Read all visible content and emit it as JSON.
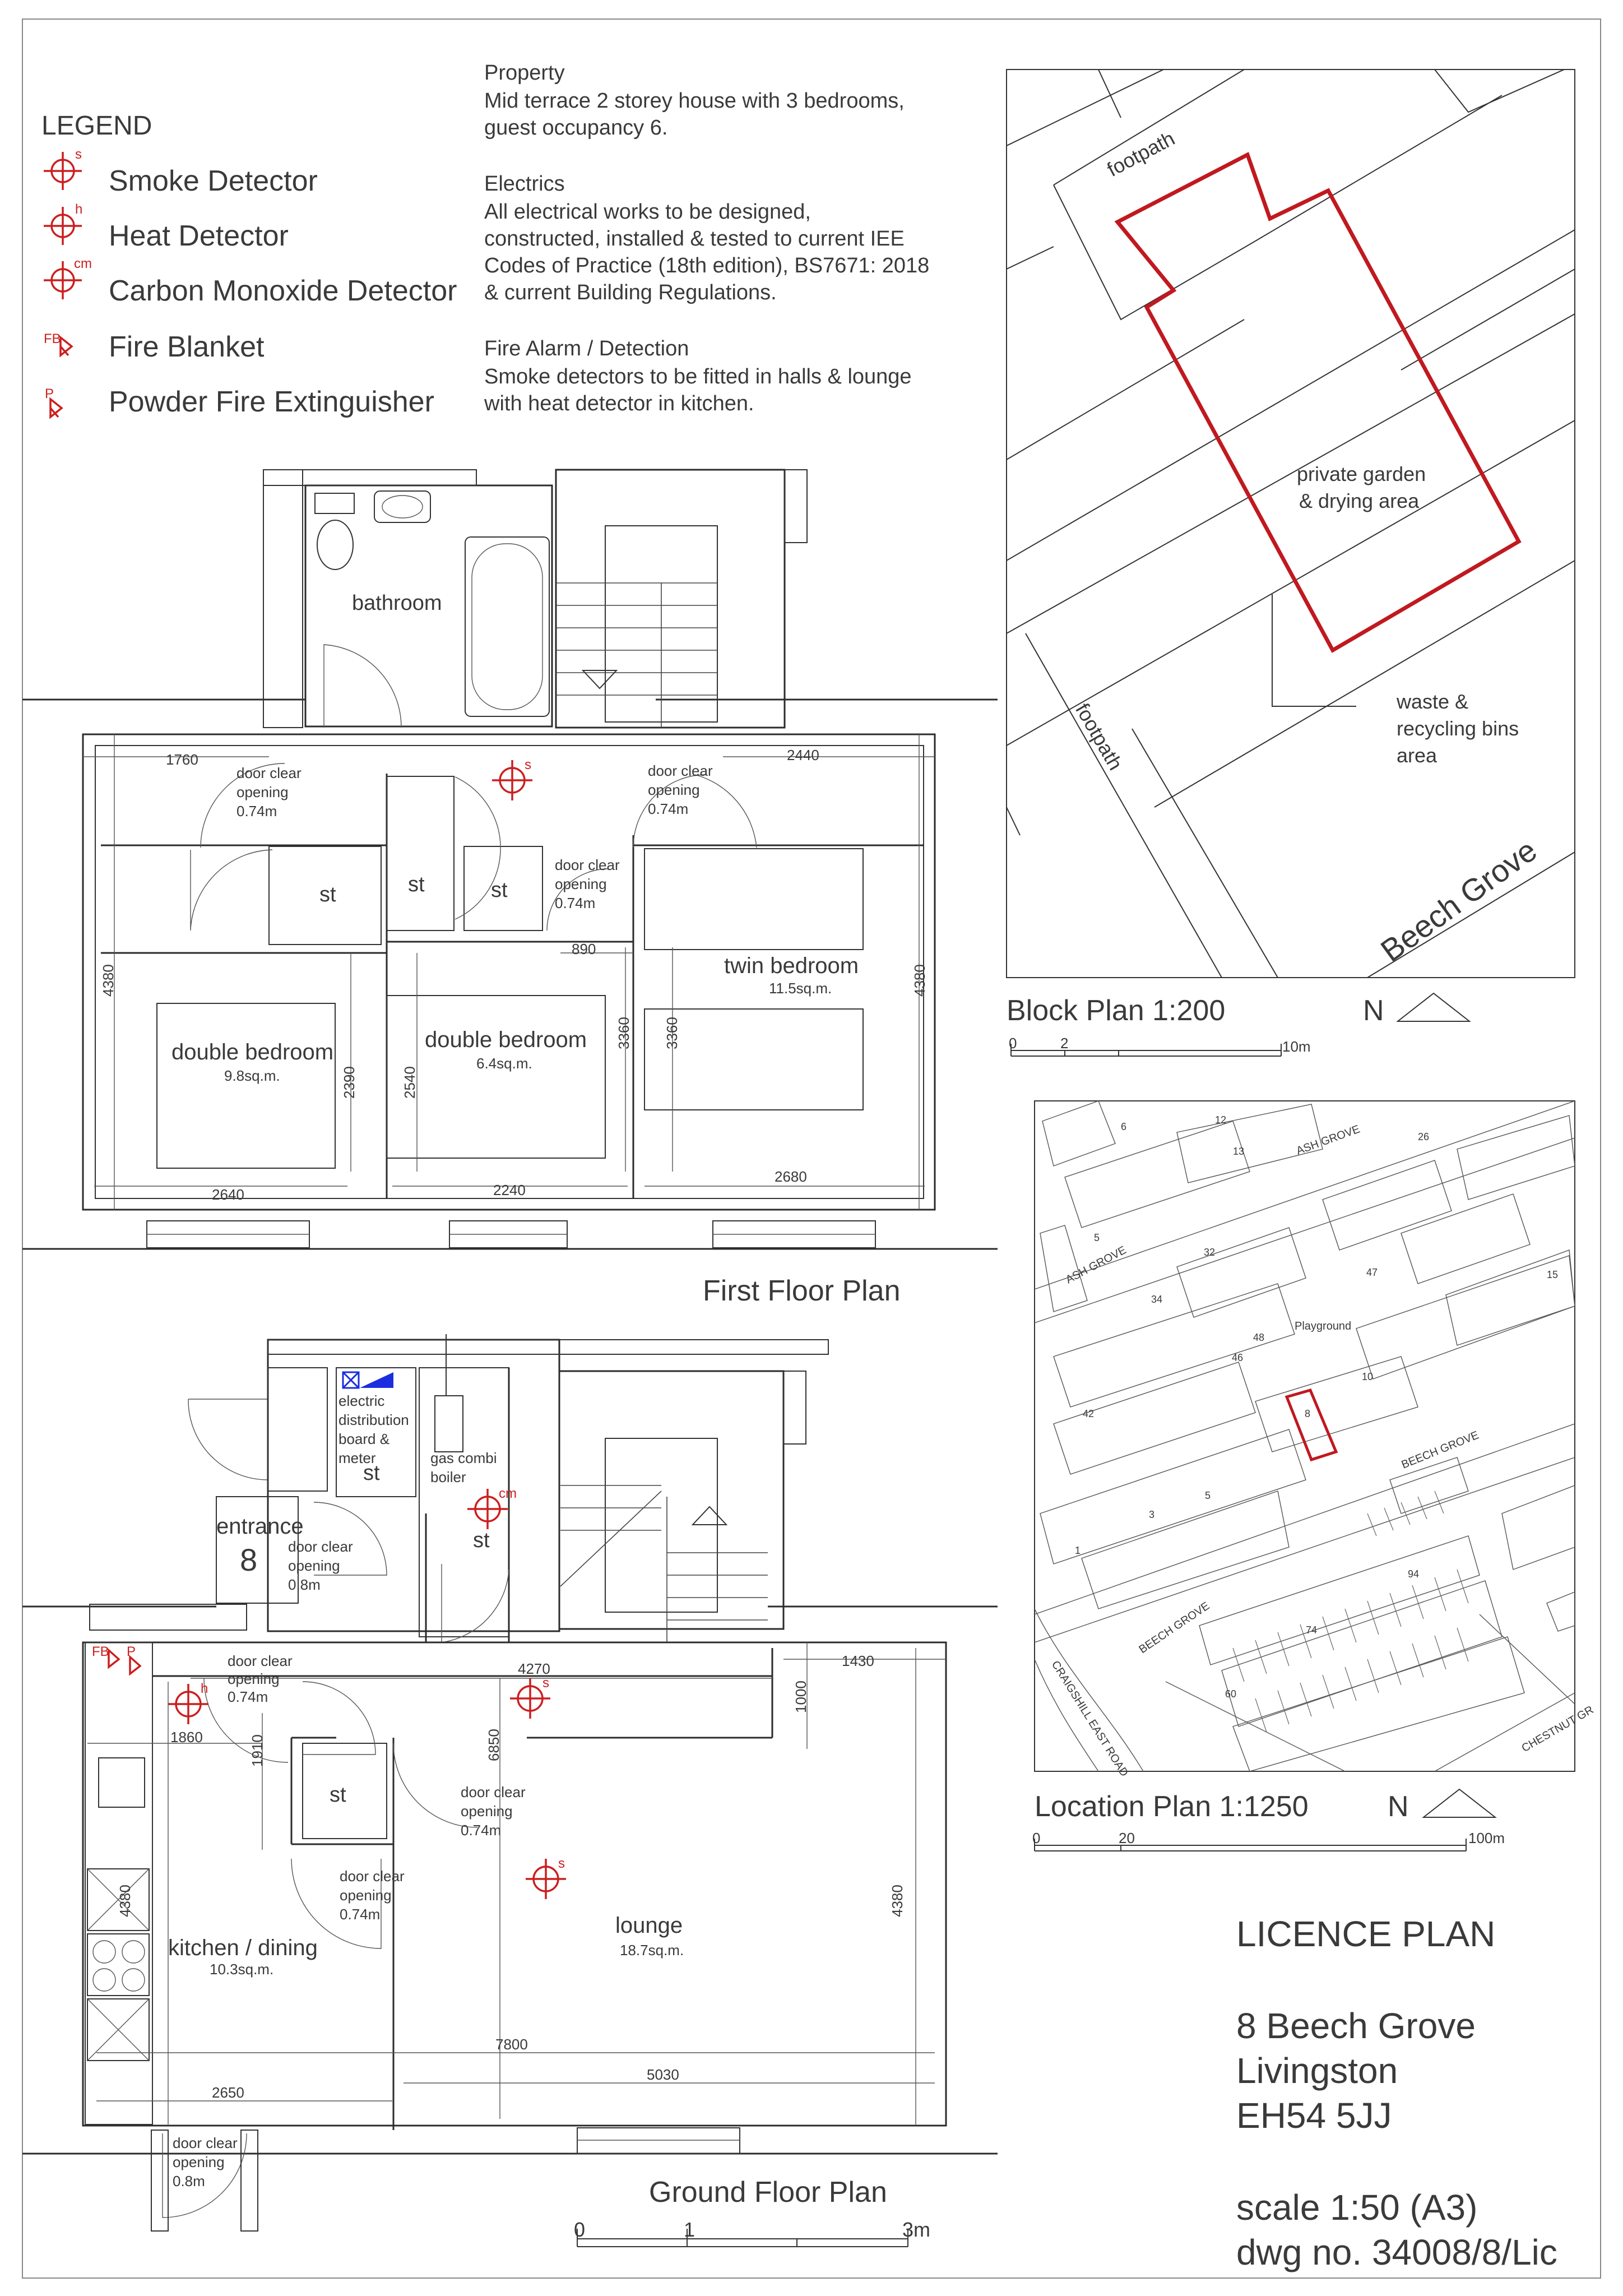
{
  "legend": {
    "title": "LEGEND",
    "items": [
      {
        "symbol": "s",
        "label": "Smoke Detector"
      },
      {
        "symbol": "h",
        "label": "Heat Detector"
      },
      {
        "symbol": "cm",
        "label": "Carbon Monoxide Detector"
      },
      {
        "symbol": "FB",
        "label": "Fire Blanket"
      },
      {
        "symbol": "P",
        "label": "Powder Fire Extinguisher"
      }
    ]
  },
  "notes": {
    "property_title": "Property",
    "property_lines": [
      "Mid terrace 2 storey house with 3 bedrooms,",
      "guest occupancy 6."
    ],
    "electrics_title": "Electrics",
    "electrics_lines": [
      "All electrical works to be designed,",
      "constructed, installed & tested to current IEE",
      "Codes of Practice (18th edition), BS7671: 2018",
      "& current Building Regulations."
    ],
    "fire_title": "Fire Alarm / Detection",
    "fire_lines": [
      "Smoke detectors to be fitted in halls & lounge",
      "with heat detector in kitchen."
    ]
  },
  "first_floor": {
    "title": "First Floor Plan",
    "rooms": {
      "bathroom": "bathroom",
      "double1": "double bedroom",
      "double1_area": "9.8sq.m.",
      "double2": "double bedroom",
      "double2_area": "6.4sq.m.",
      "twin": "twin bedroom",
      "twin_area": "11.5sq.m.",
      "store": "st"
    },
    "door_label": [
      "door clear",
      "opening",
      "0.74m"
    ],
    "dims": {
      "d1760": "1760",
      "d2440": "2440",
      "d4380a": "4380",
      "d4380b": "4380",
      "d2390": "2390",
      "d2540": "2540",
      "d3360a": "3360",
      "d3360b": "3360",
      "d890": "890",
      "d2640": "2640",
      "d2240": "2240",
      "d2680": "2680"
    }
  },
  "ground_floor": {
    "title": "Ground Floor Plan",
    "rooms": {
      "entrance": "entrance",
      "house_no": "8",
      "electric": [
        "electric",
        "distribution",
        "board &",
        "meter"
      ],
      "boiler": [
        "gas combi",
        "boiler"
      ],
      "store": "st",
      "kitchen": "kitchen / dining",
      "kitchen_area": "10.3sq.m.",
      "lounge": "lounge",
      "lounge_area": "18.7sq.m."
    },
    "door_label": [
      "door clear",
      "opening",
      "0.74m"
    ],
    "door_label_08": [
      "door clear",
      "opening",
      "0.8m"
    ],
    "dims": {
      "d4270": "4270",
      "d1430": "1430",
      "d1000": "1000",
      "d1860": "1860",
      "d1910": "1910",
      "d6850": "6850",
      "d4380a": "4380",
      "d4380b": "4380",
      "d7800": "7800",
      "d5030": "5030",
      "d2650": "2650"
    },
    "fb_label": "FB",
    "p_label": "P"
  },
  "scale_bar": {
    "labels": [
      "0",
      "1",
      "3m"
    ]
  },
  "block_plan": {
    "title": "Block Plan 1:200",
    "north": "N",
    "footpath_top": "footpath",
    "footpath_side": "footpath",
    "street": "Beech Grove",
    "garden": [
      "private garden",
      "& drying area"
    ],
    "bins": [
      "waste &",
      "recycling bins",
      "area"
    ],
    "scale_labels": [
      "0",
      "2",
      "10m"
    ]
  },
  "location_plan": {
    "title": "Location Plan 1:1250",
    "north": "N",
    "scale_labels": [
      "0",
      "20",
      "100m"
    ],
    "labels": {
      "ash_grove_a": "ASH GROVE",
      "ash_grove_b": "ASH GROVE",
      "playground": "Playground",
      "beech_grove_a": "BEECH GROVE",
      "beech_grove_b": "BEECH GROVE",
      "craigshill": "CRAIGSHILL EAST ROAD",
      "chestnut": "CHESTNUT GR"
    },
    "numbers": [
      "6",
      "12",
      "13",
      "26",
      "5",
      "32",
      "34",
      "47",
      "15",
      "48",
      "46",
      "42",
      "8",
      "10",
      "1",
      "3",
      "5",
      "94",
      "74",
      "60"
    ]
  },
  "title_block": {
    "title": "LICENCE PLAN",
    "address": [
      "8 Beech Grove",
      "Livingston",
      "EH54 5JJ"
    ],
    "scale": "scale 1:50 (A3)",
    "dwg_no": "dwg no. 34008/8/Lic"
  }
}
